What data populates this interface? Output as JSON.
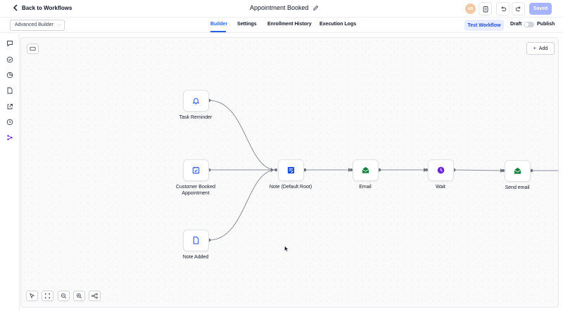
{
  "topbar": {
    "back_label": "Back to Workflows",
    "title": "Appointment Booked",
    "avatar_initials": "AB",
    "saved_label": "Saved"
  },
  "subbar": {
    "builder_select": "Advanced Builder",
    "tabs": [
      {
        "label": "Builder",
        "active": true
      },
      {
        "label": "Settings",
        "active": false
      },
      {
        "label": "Enrollment History",
        "active": false
      },
      {
        "label": "Execution Logs",
        "active": false
      }
    ],
    "test_workflow_label": "Test Workflow",
    "draft_label": "Draft",
    "publish_label": "Publish"
  },
  "canvas": {
    "add_label": "Add",
    "nodes": [
      {
        "label": "Task Reminder",
        "icon": "bell-icon",
        "color": "#1d4ed8"
      },
      {
        "label": "Customer Booked Appointment",
        "icon": "calendar-check-icon",
        "color": "#1d4ed8"
      },
      {
        "label": "Note Added",
        "icon": "document-icon",
        "color": "#1d4ed8"
      },
      {
        "label": "Note (Default Root)",
        "icon": "note-edit-icon",
        "color": "#1d4ed8"
      },
      {
        "label": "Email",
        "icon": "email-icon",
        "color": "#15803d"
      },
      {
        "label": "Wait",
        "icon": "clock-icon",
        "color": "#6d28d9"
      },
      {
        "label": "Send email",
        "icon": "email-icon",
        "color": "#15803d"
      }
    ]
  },
  "colors": {
    "accent": "#2563eb",
    "saved_bg": "#a5b4fc",
    "email_green": "#15803d",
    "wait_purple": "#6d28d9"
  }
}
